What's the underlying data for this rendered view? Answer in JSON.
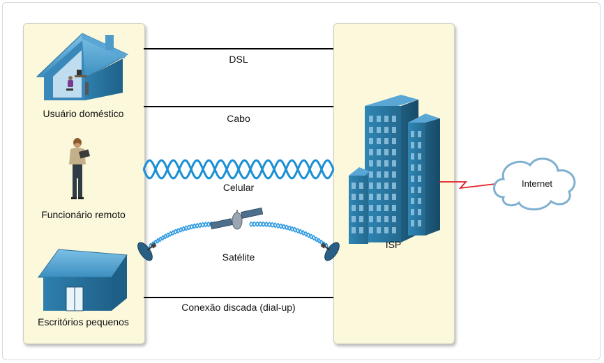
{
  "endpoints": {
    "home_user": "Usuário doméstico",
    "remote_worker": "Funcionário remoto",
    "small_office": "Escritórios pequenos",
    "isp": "ISP",
    "internet": "Internet"
  },
  "connections": {
    "dsl": "DSL",
    "cable": "Cabo",
    "cellular": "Celular",
    "satellite": "Satélite",
    "dialup": "Conexão discada (dial-up)"
  },
  "colors": {
    "panel_fill": "#fbf8dc",
    "building_blue": "#2f7fa8",
    "wave_blue": "#1b8fd6",
    "wan_link_red": "#e0202a",
    "cloud_outline": "#7fb0cf"
  }
}
